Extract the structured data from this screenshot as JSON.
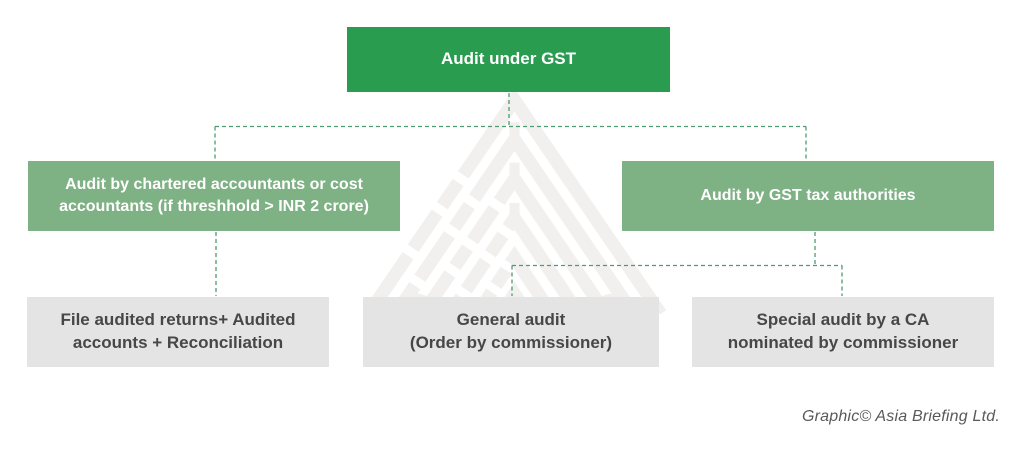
{
  "diagram": {
    "boxes": {
      "root": {
        "label": "Audit under GST"
      },
      "branch_left": {
        "line1": "Audit by chartered accountants or cost",
        "line2": "accountants (if threshhold > INR 2 crore)"
      },
      "branch_right": {
        "label": "Audit by GST tax authorities"
      },
      "leaf_file": {
        "line1": "File audited returns+ Audited",
        "line2": "accounts + Reconciliation"
      },
      "leaf_general": {
        "line1": "General audit",
        "line2": "(Order by commissioner)"
      },
      "leaf_special": {
        "line1": "Special audit by a CA",
        "line2": "nominated by commissioner"
      }
    },
    "credit": "Graphic© Asia Briefing Ltd.",
    "colors": {
      "root_box": "#2a9c50",
      "branch_box": "#7eb183",
      "leaf_box": "#e4e4e4",
      "leaf_text": "#474748",
      "connector": "#4e9b73",
      "watermark": "#f1f0ee",
      "credit_text": "#58595b"
    }
  }
}
